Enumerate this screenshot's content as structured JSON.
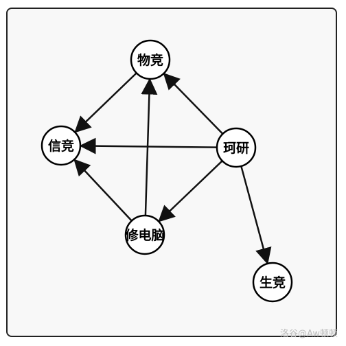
{
  "graph": {
    "nodes": [
      {
        "id": "wujing",
        "label": "物竞"
      },
      {
        "id": "xinjing",
        "label": "信竞"
      },
      {
        "id": "keyan",
        "label": "珂研"
      },
      {
        "id": "xiudiannao",
        "label": "修电脑"
      },
      {
        "id": "shengjing",
        "label": "生竞"
      }
    ],
    "edges": [
      {
        "from": "wujing",
        "to": "xinjing"
      },
      {
        "from": "keyan",
        "to": "wujing"
      },
      {
        "from": "keyan",
        "to": "xinjing"
      },
      {
        "from": "keyan",
        "to": "xiudiannao"
      },
      {
        "from": "keyan",
        "to": "shengjing"
      },
      {
        "from": "xiudiannao",
        "to": "wujing"
      },
      {
        "from": "xiudiannao",
        "to": "xinjing"
      }
    ],
    "colors": {
      "node_fill": "#ffffff",
      "stroke": "#000000",
      "edge": "#111111"
    }
  },
  "watermark": "洛谷@Aw顿顿"
}
